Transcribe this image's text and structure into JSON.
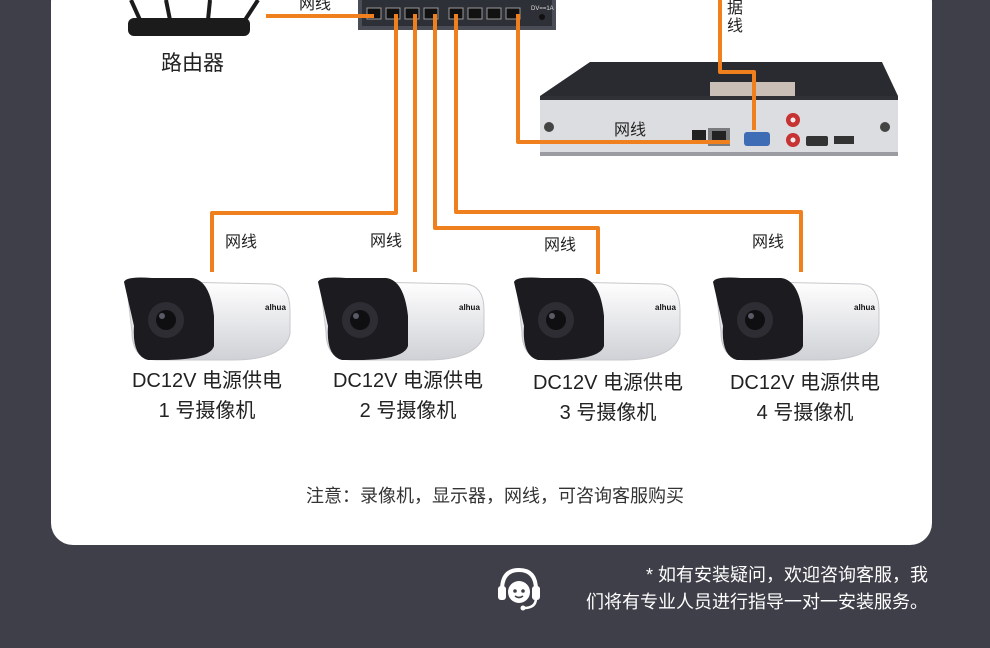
{
  "router_label": "路由器",
  "wire_label": "网线",
  "data_wire_label_chars": [
    "据",
    "线"
  ],
  "cameras": [
    {
      "line1": "DC12V 电源供电",
      "line2": "1 号摄像机",
      "brand": "alhua"
    },
    {
      "line1": "DC12V 电源供电",
      "line2": "2 号摄像机",
      "brand": "alhua"
    },
    {
      "line1": "DC12V 电源供电",
      "line2": "3 号摄像机",
      "brand": "alhua"
    },
    {
      "line1": "DC12V 电源供电",
      "line2": "4 号摄像机",
      "brand": "alhua"
    }
  ],
  "switch_label": "DV==1A",
  "note": "注意：录像机，显示器，网线，可咨询客服购买",
  "footer": {
    "line1": "* 如有安装疑问，欢迎咨询客服，我",
    "line2": "们将有专业人员进行指导一对一安装服务。"
  },
  "colors": {
    "wire": "#f07f1d",
    "background": "#3e3f48",
    "card": "#ffffff"
  },
  "icons": [
    "router-icon",
    "switch-icon",
    "nvr-icon",
    "camera-icon",
    "headset-icon"
  ]
}
